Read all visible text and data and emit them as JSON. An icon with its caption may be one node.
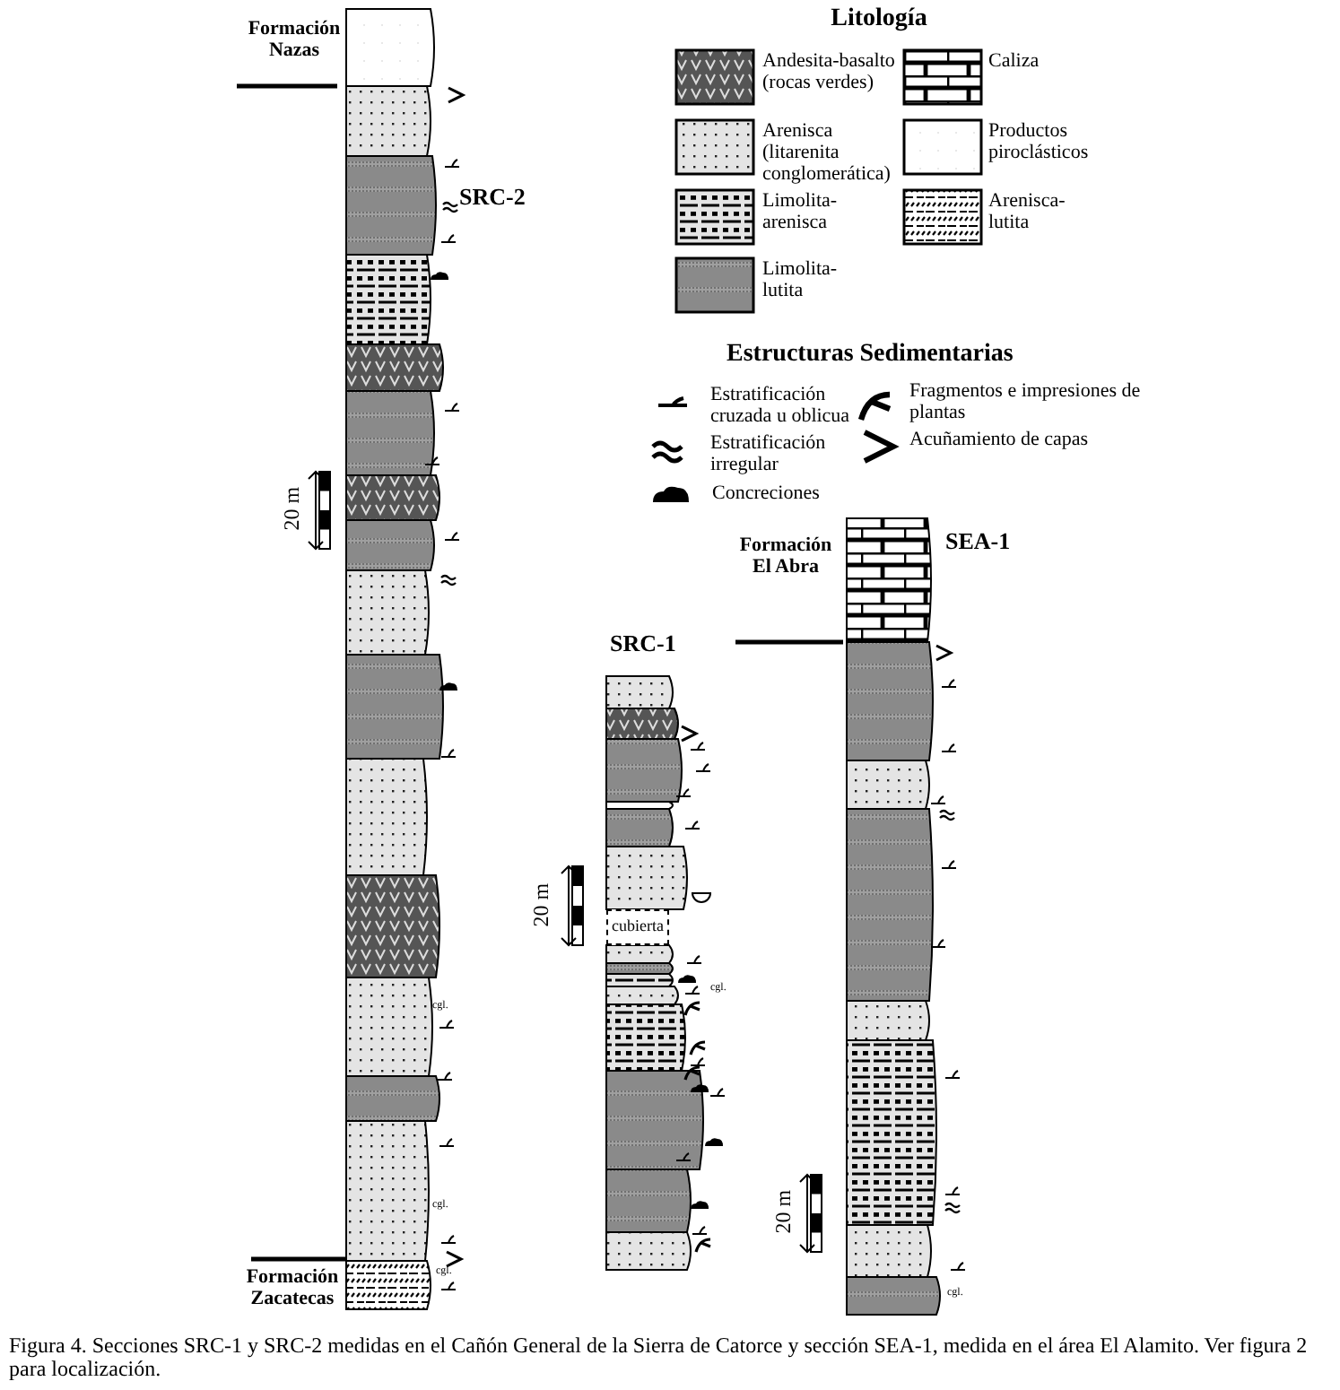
{
  "diagram": {
    "caption": "Figura 4. Secciones SRC-1 y SRC-2 medidas en el Cañón General de la Sierra de Catorce y sección SEA-1, medida en el área El Alamito. Ver figura 2 para localización.",
    "nodes": [
      {
        "text": [
          "cubierta"
        ]
      }
    ],
    "labels": [
      "Formación Nazas",
      "Litología",
      "SRC-2",
      "Estructuras Sedimentarias",
      "20 m",
      "SRC-1",
      "Formación El Abra",
      "SEA-1",
      "20 m",
      "cgl.",
      "cgl.",
      "cgl.",
      "20 m",
      "Formación Zacatecas",
      "cgl.",
      "cgl."
    ],
    "legend": [
      {
        "text": "Andesita-basalto (rocas verdes)"
      },
      {
        "text": "Caliza"
      },
      {
        "text": "Arenisca (litarenita conglomerática)"
      },
      {
        "text": "Productos piroclásticos"
      },
      {
        "text": "Limolita-arenisca"
      },
      {
        "text": "Arenisca-lutita"
      },
      {
        "text": "Limolita-lutita"
      },
      {
        "text": "Estratificación cruzada u oblicua"
      },
      {
        "text": "Fragmentos e impresiones de plantas"
      },
      {
        "text": "Estratificación irregular"
      },
      {
        "text": "Acuñamiento de capas"
      },
      {
        "text": "Concreciones"
      }
    ]
  }
}
